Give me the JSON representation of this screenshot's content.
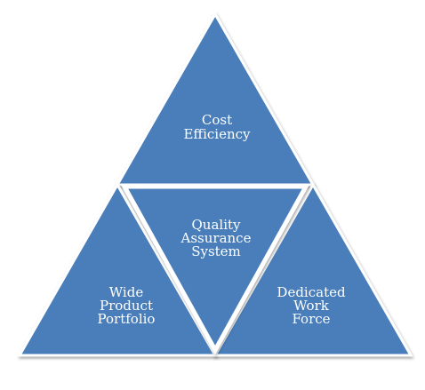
{
  "diagram": {
    "colors": {
      "triangle_fill": "#4a7ebb",
      "triangle_stroke": "#ffffff",
      "text": "#ffffff",
      "background": "#ffffff"
    },
    "top": {
      "line1": "Cost",
      "line2": "Efficiency"
    },
    "center": {
      "line1": "Quality",
      "line2": "Assurance",
      "line3": "System"
    },
    "left": {
      "line1": "Wide",
      "line2": "Product",
      "line3": "Portfolio"
    },
    "right": {
      "line1": "Dedicated",
      "line2": "Work",
      "line3": "Force"
    }
  }
}
